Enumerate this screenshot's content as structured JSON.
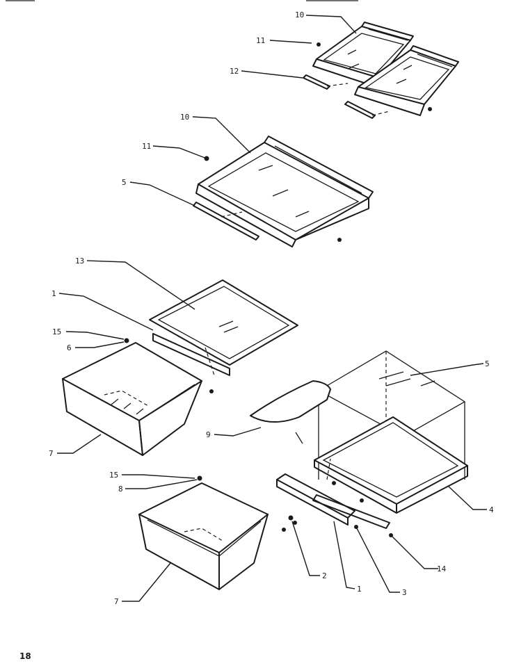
{
  "page": {
    "number": "18"
  },
  "callouts": {
    "c1": "10",
    "c2": "11",
    "c3": "12",
    "c4": "10",
    "c5": "11",
    "c6": "5",
    "c7": "13",
    "c8": "1",
    "c9": "15",
    "c10": "6",
    "c11": "7",
    "c12": "5",
    "c13": "9",
    "c14": "4",
    "c15": "15",
    "c16": "8",
    "c17": "7",
    "c18": "2",
    "c19": "1",
    "c20": "3",
    "c21": "14"
  }
}
